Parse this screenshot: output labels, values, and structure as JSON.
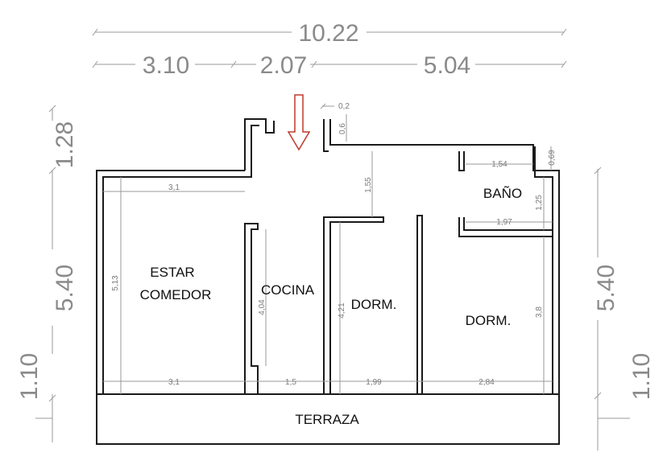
{
  "dimensions": {
    "total_width": "10.22",
    "width_1": "3.10",
    "width_2": "2.07",
    "width_3": "5.04",
    "left_top": "1.28",
    "left_mid": "5.40",
    "left_bottom": "1.10",
    "right_mid": "5.40",
    "right_bottom": "1.10",
    "wall_thickness": "0,2",
    "entry_depth": "0,6",
    "bano_top_gap": "0,69",
    "estar_width_top": "3,1",
    "estar_height": "5,13",
    "cocina_height": "4,04",
    "dorm1_height": "4,21",
    "hall_height": "1,55",
    "bano_width_top": "1,54",
    "bano_width_bottom": "1,97",
    "bano_height": "1,25",
    "dorm2_height": "3,8",
    "bottom_1": "3,1",
    "bottom_2": "1,5",
    "bottom_3": "1,99",
    "bottom_4": "2,84"
  },
  "rooms": {
    "estar_line1": "ESTAR",
    "estar_line2": "COMEDOR",
    "cocina": "COCINA",
    "dorm1": "DORM.",
    "dorm2": "DORM.",
    "bano": "BAÑO",
    "terraza": "TERRAZA"
  },
  "colors": {
    "entry_arrow": "#c0392b",
    "walls": "#1a1a1a",
    "dimension_lines": "#9a9a9a"
  }
}
